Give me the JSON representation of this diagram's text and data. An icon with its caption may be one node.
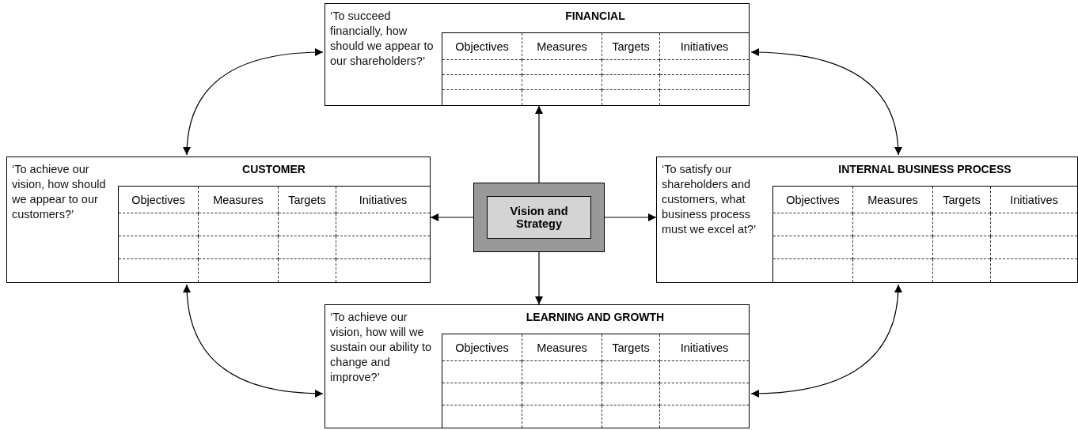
{
  "diagram": {
    "nodes": [
      {
        "text": [
          "FINANCIAL",
          "‘To succeed financially, how should we appear to our shareholders?’",
          "Objectives",
          "Measures",
          "Targets",
          "Initiatives"
        ]
      },
      {
        "text": [
          "CUSTOMER",
          "‘To achieve our vision, how should we appear to our customers?’",
          "Objectives",
          "Measures",
          "Targets",
          "Initiatives"
        ]
      },
      {
        "text": [
          "Vision and Strategy"
        ]
      },
      {
        "text": [
          "INTERNAL BUSINESS PROCESS",
          "‘To satisfy our shareholders and customers, what business process must we excel at?’",
          "Objectives",
          "Measures",
          "Targets",
          "Initiatives"
        ]
      },
      {
        "text": [
          "LEARNING AND GROWTH",
          "‘To achieve our vision, how will we sustain our ability to change and improve?’",
          "Objectives",
          "Measures",
          "Targets",
          "Initiatives"
        ]
      }
    ],
    "edges": [
      {
        "from": 2,
        "to": 0,
        "arrow": "to"
      },
      {
        "from": 2,
        "to": 1,
        "arrow": "to"
      },
      {
        "from": 2,
        "to": 3,
        "arrow": "to"
      },
      {
        "from": 2,
        "to": 4,
        "arrow": "to"
      },
      {
        "from": 0,
        "to": 1,
        "arrow": "both"
      },
      {
        "from": 0,
        "to": 3,
        "arrow": "both"
      },
      {
        "from": 1,
        "to": 4,
        "arrow": "both"
      },
      {
        "from": 3,
        "to": 4,
        "arrow": "both"
      }
    ]
  }
}
